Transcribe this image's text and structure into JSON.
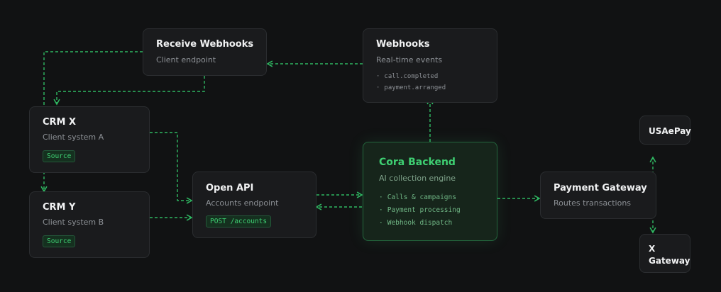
{
  "nodes": {
    "receive_webhooks": {
      "title": "Receive Webhooks",
      "subtitle": "Client endpoint"
    },
    "webhooks": {
      "title": "Webhooks",
      "subtitle": "Real-time events",
      "events": [
        "call.completed",
        "payment.arranged"
      ]
    },
    "crm_x": {
      "title": "CRM X",
      "subtitle": "Client system A",
      "badge": "Source"
    },
    "crm_y": {
      "title": "CRM Y",
      "subtitle": "Client system B",
      "badge": "Source"
    },
    "open_api": {
      "title": "Open API",
      "subtitle": "Accounts endpoint",
      "badge": "POST /accounts"
    },
    "cora_backend": {
      "title": "Cora Backend",
      "subtitle": "AI collection engine",
      "features": [
        "Calls & campaigns",
        "Payment processing",
        "Webhook dispatch"
      ]
    },
    "payment_gateway": {
      "title": "Payment Gateway",
      "subtitle": "Routes transactions"
    },
    "usaepay": {
      "title": "USAePay"
    },
    "x_gateway": {
      "title": "X Gateway"
    }
  },
  "bullet": "·",
  "colors": {
    "accent": "#3ecf72",
    "edge": "#2fb862",
    "node_bg": "#1a1b1d",
    "node_border": "#2b2d30",
    "background": "#111213"
  }
}
